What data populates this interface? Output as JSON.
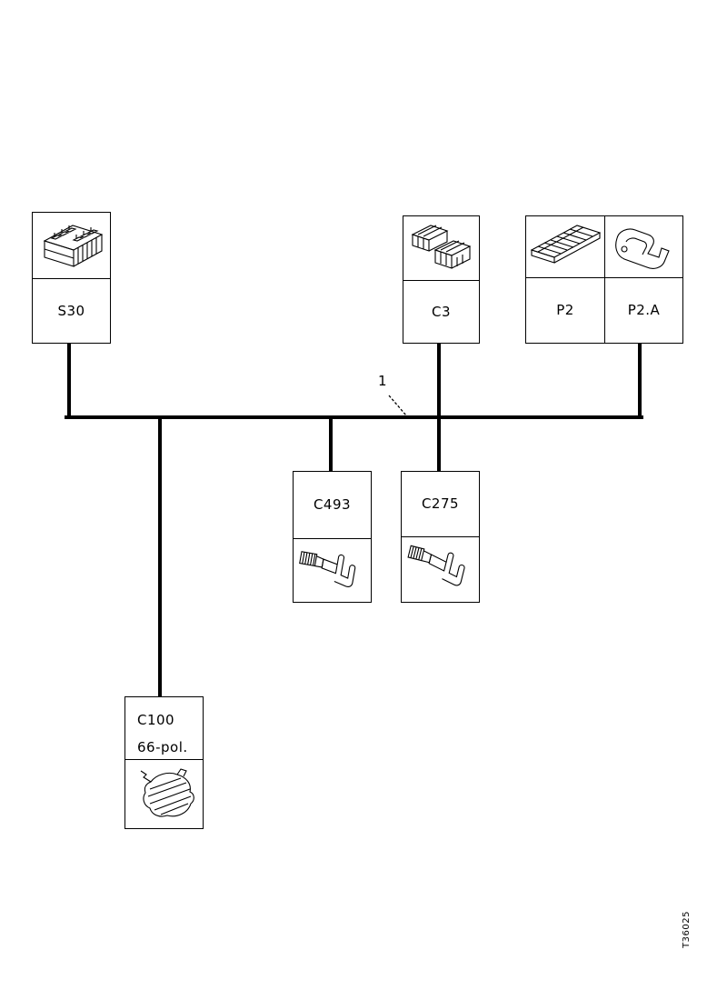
{
  "page": {
    "background_color": "#ffffff",
    "ink_color": "#000000"
  },
  "diagram": {
    "callout_label": "1",
    "figure_number": "T36025",
    "boxes": {
      "s30": {
        "label": "S30",
        "icon": "fuse-box-connector-illustration"
      },
      "c3": {
        "label": "C3",
        "icon": "connector-housing-pair-illustration"
      },
      "p2": {
        "label": "P2",
        "icon": "flat-pin-strip-illustration"
      },
      "p2a": {
        "label": "P2.A",
        "icon": "mounting-bracket-illustration"
      },
      "c493": {
        "label": "C493",
        "icon": "crimp-terminal-illustration"
      },
      "c275": {
        "label": "C275",
        "icon": "crimp-terminal-illustration"
      },
      "c100": {
        "label": "C100",
        "sublabel": "66-pol.",
        "icon": "round-connector-illustration"
      }
    }
  }
}
